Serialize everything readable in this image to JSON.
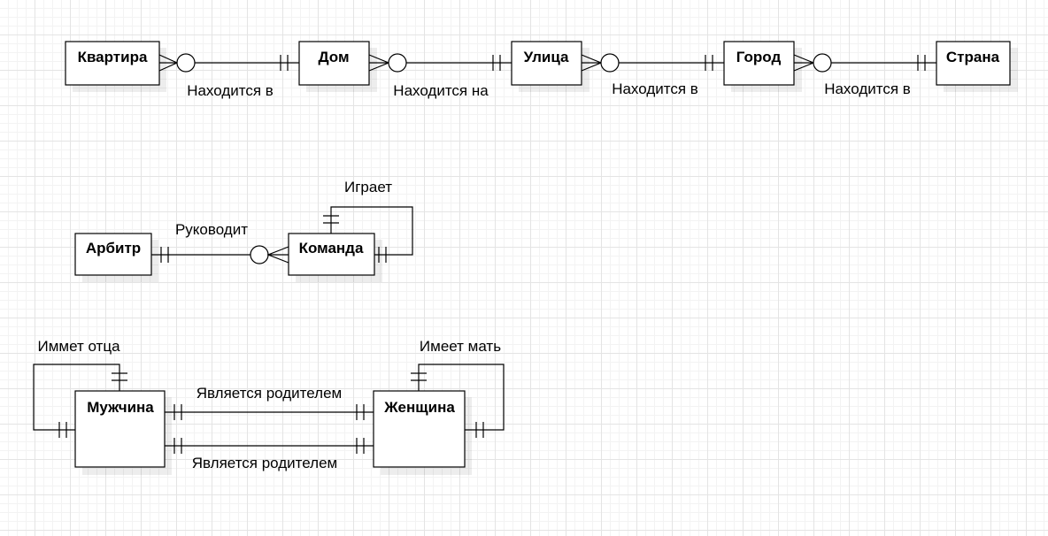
{
  "entities": {
    "kvartira": "Квартира",
    "dom": "Дом",
    "ulitsa": "Улица",
    "gorod": "Город",
    "strana": "Страна",
    "arbitr": "Арбитр",
    "komanda": "Команда",
    "muzhchina": "Мужчина",
    "zhenshchina": "Женщина"
  },
  "relationships": {
    "kvartira_dom": "Находится в",
    "dom_ulitsa": "Находится на",
    "ulitsa_gorod": "Находится в",
    "gorod_strana": "Находится в",
    "komanda_self": "Играет",
    "arbitr_komanda": "Руководит",
    "muzhchina_self": "Иммет отца",
    "zhenshchina_self": "Имеет мать",
    "parent_top": "Является родителем",
    "parent_bottom": "Является родителем"
  },
  "colors": {
    "stroke": "#000000",
    "fill": "#ffffff",
    "grid": "#e4e4e4"
  }
}
